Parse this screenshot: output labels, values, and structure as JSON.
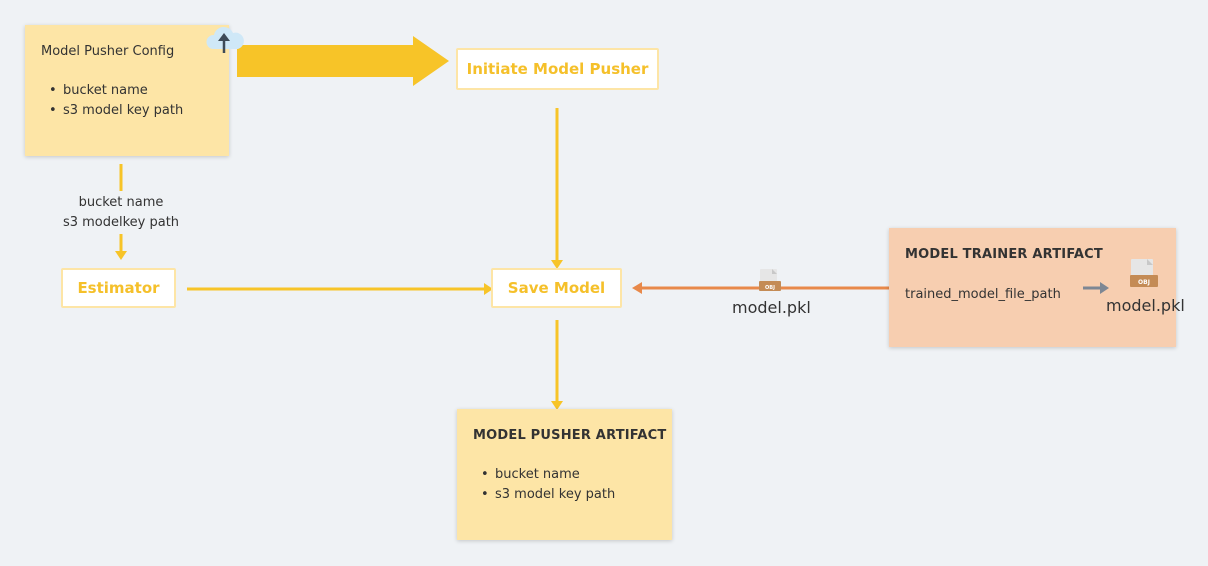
{
  "config_card": {
    "title": "Model Pusher Config",
    "items": [
      "bucket name",
      "s3 model key path"
    ],
    "icon": "cloud-upload-icon"
  },
  "nodes": {
    "initiate": "Initiate Model Pusher",
    "save": "Save Model",
    "estimator": "Estimator"
  },
  "edge_label": {
    "line1": "bucket name",
    "line2": "s3 modelkey path"
  },
  "pusher_artifact": {
    "title": "MODEL PUSHER ARTIFACT",
    "items": [
      "bucket name",
      "s3 model key path"
    ]
  },
  "trainer_artifact": {
    "title": "MODEL TRAINER ARTIFACT",
    "field": "trained_model_file_path",
    "file": "model.pkl",
    "icon": "obj-file-icon"
  },
  "transfer": {
    "file": "model.pkl",
    "icon": "obj-file-icon"
  },
  "colors": {
    "background": "#eff2f5",
    "card_yellow": "#fde5a6",
    "card_orange": "#f7ceb0",
    "accent_yellow": "#f7c428",
    "accent_orange": "#e8894a",
    "arrow_gray": "#7d8794"
  }
}
